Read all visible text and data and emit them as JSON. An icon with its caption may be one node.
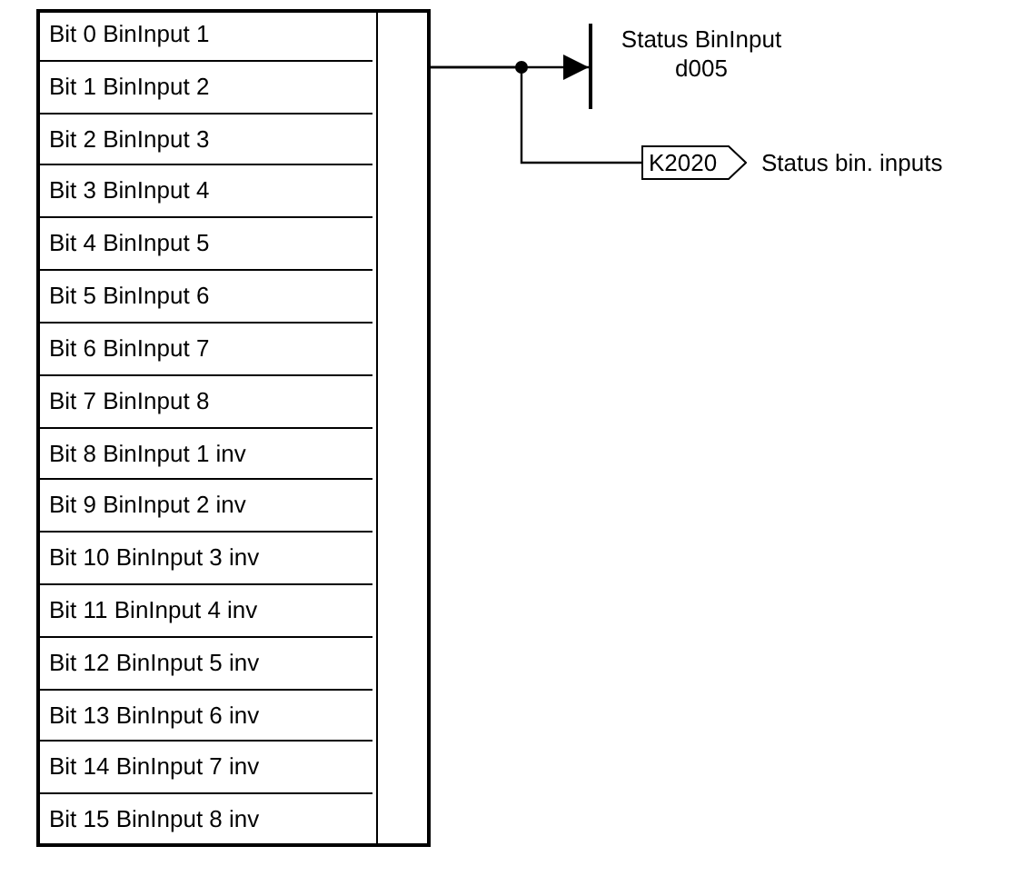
{
  "diagram": {
    "nodes": [
      {
        "text": [],
        "shape": "box"
      },
      {
        "text": [
          "Bit 0 BinInput 1"
        ],
        "in": 0
      },
      {
        "text": [
          "Bit 1 BinInput 2"
        ],
        "in": 0
      },
      {
        "text": [
          "Bit 2 BinInput 3"
        ],
        "in": 0
      },
      {
        "text": [
          "Bit 3 BinInput 4"
        ],
        "in": 0
      },
      {
        "text": [
          "Bit 4 BinInput 5"
        ],
        "in": 0
      },
      {
        "text": [
          "Bit 5 BinInput 6"
        ],
        "in": 0
      },
      {
        "text": [
          "Bit 6 BinInput 7"
        ],
        "in": 0
      },
      {
        "text": [
          "Bit 7 BinInput 8"
        ],
        "in": 0
      },
      {
        "text": [
          "Bit 8 BinInput 1 inv"
        ],
        "in": 0
      },
      {
        "text": [
          "Bit 9 BinInput 2 inv"
        ],
        "in": 0
      },
      {
        "text": [
          "Bit 10 BinInput 3 inv"
        ],
        "in": 0
      },
      {
        "text": [
          "Bit 11 BinInput 4 inv"
        ],
        "in": 0
      },
      {
        "text": [
          "Bit 12 BinInput 5 inv"
        ],
        "in": 0
      },
      {
        "text": [
          "Bit 13 BinInput 6 inv"
        ],
        "in": 0
      },
      {
        "text": [
          "Bit 14 BinInput 7 inv"
        ],
        "in": 0
      },
      {
        "text": [
          "Bit 15 BinInput 8 inv"
        ],
        "in": 0
      },
      {
        "text": [],
        "shape": "bar",
        "beside": [
          "Status BinInput d005"
        ]
      },
      {
        "text": [
          "K2020"
        ],
        "beside": [
          "Status bin. inputs"
        ]
      }
    ],
    "edges": [
      {
        "from": 0,
        "to": 17,
        "arrow": "to"
      },
      {
        "from": 0,
        "to": 18,
        "arrow": "none"
      }
    ]
  }
}
